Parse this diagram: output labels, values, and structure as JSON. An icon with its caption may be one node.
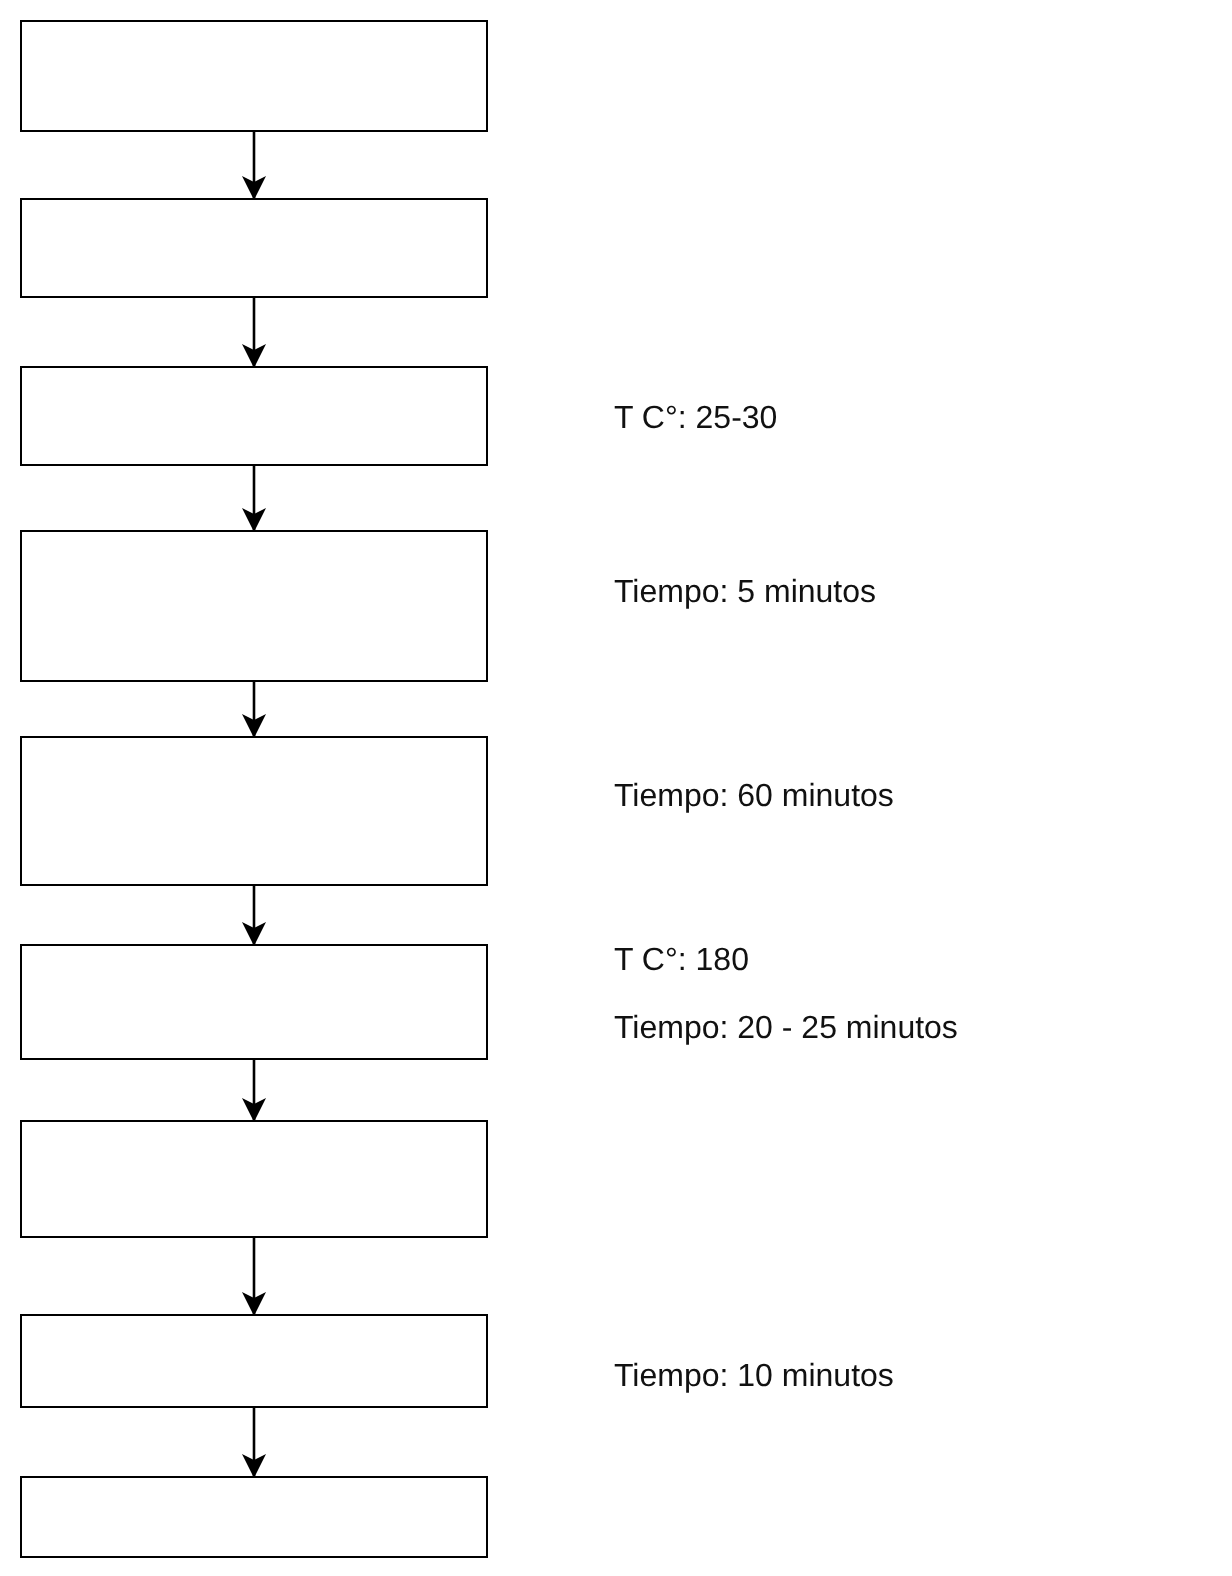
{
  "diagram": {
    "nodes": [
      {
        "text": [],
        "shape": "box"
      },
      {
        "text": [],
        "shape": "box"
      },
      {
        "text": [],
        "shape": "box",
        "beside": [
          "T C°: 25-30"
        ]
      },
      {
        "text": [],
        "shape": "box",
        "beside": [
          "Tiempo: 5 minutos"
        ]
      },
      {
        "text": [],
        "shape": "box",
        "beside": [
          "Tiempo: 60 minutos"
        ]
      },
      {
        "text": [],
        "shape": "box",
        "beside": [
          "T C°: 180",
          "Tiempo: 20 - 25 minutos"
        ]
      },
      {
        "text": [],
        "shape": "box"
      },
      {
        "text": [],
        "shape": "box",
        "beside": [
          "Tiempo: 10 minutos"
        ]
      },
      {
        "text": [],
        "shape": "box"
      }
    ],
    "edges": [
      {
        "from": 0,
        "to": 1,
        "arrow": "to"
      },
      {
        "from": 1,
        "to": 2,
        "arrow": "to"
      },
      {
        "from": 2,
        "to": 3,
        "arrow": "to"
      },
      {
        "from": 3,
        "to": 4,
        "arrow": "to"
      },
      {
        "from": 4,
        "to": 5,
        "arrow": "to"
      },
      {
        "from": 5,
        "to": 6,
        "arrow": "to"
      },
      {
        "from": 6,
        "to": 7,
        "arrow": "to"
      },
      {
        "from": 7,
        "to": 8,
        "arrow": "to"
      }
    ]
  }
}
